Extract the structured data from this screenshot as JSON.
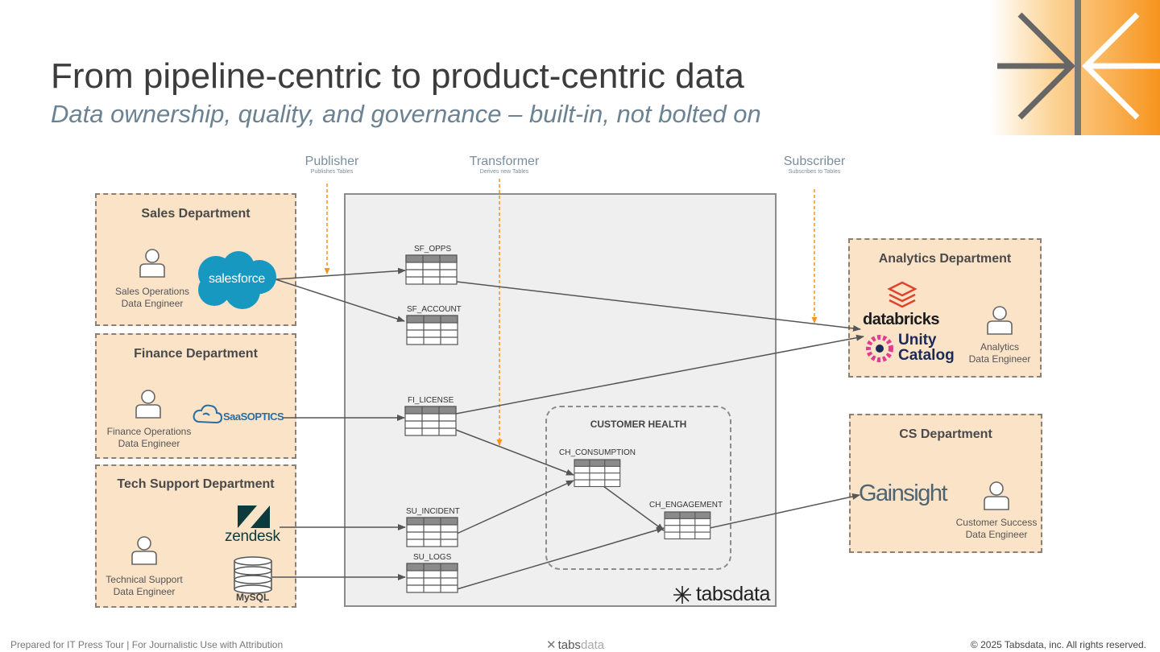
{
  "title": "From pipeline-centric to product-centric data",
  "subtitle": "Data ownership, quality, and governance – built-in, not bolted on",
  "roles": {
    "publisher": {
      "name": "Publisher",
      "desc": "Publishes Tables"
    },
    "transformer": {
      "name": "Transformer",
      "desc": "Derives new Tables"
    },
    "subscriber": {
      "name": "Subscriber",
      "desc": "Subscribes to Tables"
    }
  },
  "departments": {
    "sales": {
      "title": "Sales Department",
      "person": [
        "Sales Operations",
        "Data Engineer"
      ],
      "logo": "salesforce"
    },
    "finance": {
      "title": "Finance Department",
      "person": [
        "Finance Operations",
        "Data Engineer"
      ],
      "logo": "SaaSOPTICS"
    },
    "tech": {
      "title": "Tech Support Department",
      "person": [
        "Technical Support",
        "Data Engineer"
      ],
      "logo_zendesk": "zendesk",
      "logo_mysql": "MySQL"
    },
    "analytics": {
      "title": "Analytics Department",
      "person": [
        "Analytics",
        "Data Engineer"
      ],
      "logo_databricks": "databricks",
      "logo_unity": [
        "Unity",
        "Catalog"
      ]
    },
    "cs": {
      "title": "CS Department",
      "person": [
        "Customer Success",
        "Data Engineer"
      ],
      "logo": "Gainsight"
    }
  },
  "tables": [
    "SF_OPPS",
    "SF_ACCOUNT",
    "FI_LICENSE",
    "SU_INCIDENT",
    "SU_LOGS",
    "CH_CONSUMPTION",
    "CH_ENGAGEMENT"
  ],
  "customer_health": "CUSTOMER HEALTH",
  "platform_logo": "tabsdata",
  "footer": {
    "left": "Prepared for IT Press Tour | For Journalistic Use with Attribution",
    "logo_a": "tabs",
    "logo_b": "data",
    "right": "© 2025 Tabsdata, inc. All rights reserved."
  },
  "colors": {
    "accent": "#f7941d",
    "dept_fill": "#fbe3c8",
    "platform_fill": "#efefef",
    "salesforce": "#1798c1",
    "databricks": "#e0412b",
    "gainsight": "#4f6471"
  }
}
